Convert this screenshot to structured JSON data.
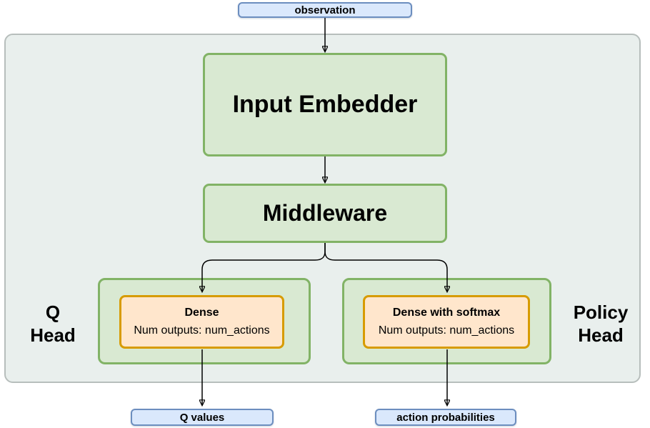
{
  "diagram": {
    "nodes": {
      "observation": {
        "label": "observation"
      },
      "input_embedder": {
        "label": "Input Embedder"
      },
      "middleware": {
        "label": "Middleware"
      },
      "q_dense": {
        "title": "Dense",
        "subtitle": "Num outputs: num_actions"
      },
      "policy_dense": {
        "title": "Dense with softmax",
        "subtitle": "Num outputs: num_actions"
      },
      "q_values": {
        "label": "Q values"
      },
      "action_probabilities": {
        "label": "action probabilities"
      }
    },
    "labels": {
      "q_head": {
        "line1": "Q",
        "line2": "Head"
      },
      "policy_head": {
        "line1": "Policy",
        "line2": "Head"
      }
    },
    "colors": {
      "blue_fill": "#dae8fc",
      "blue_border": "#6c8ebf",
      "green_fill": "#d9e9d2",
      "green_border": "#82b366",
      "orange_fill": "#ffe6cc",
      "orange_border": "#d79b00",
      "container_fill": "#e9efed",
      "container_border": "#b7bebc",
      "arrow": "#000000",
      "text": "#000000"
    }
  }
}
